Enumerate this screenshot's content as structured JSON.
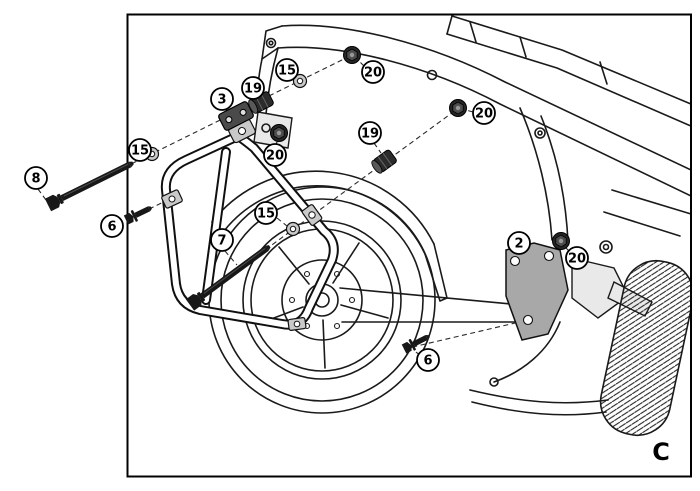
{
  "figure": {
    "corner_label": "C"
  },
  "colors": {
    "line": "#1a1a1a",
    "border": "#000000",
    "part_dark": "#262626",
    "plate_gray": "#c9c9c9",
    "bracket_gray": "#a8a8a8"
  },
  "callouts": [
    {
      "part": "long-bolt",
      "label": "8"
    },
    {
      "part": "hex-bolt",
      "label": "6"
    },
    {
      "part": "washer",
      "label": "15"
    },
    {
      "part": "clamp-bracket",
      "label": "3"
    },
    {
      "part": "spacer-bushing",
      "label": "19"
    },
    {
      "part": "washer",
      "label": "15"
    },
    {
      "part": "frame-nut",
      "label": "20"
    },
    {
      "part": "frame-nut",
      "label": "20"
    },
    {
      "part": "spacer-bushing",
      "label": "19"
    },
    {
      "part": "frame-nut",
      "label": "20"
    },
    {
      "part": "washer",
      "label": "15"
    },
    {
      "part": "long-bolt",
      "label": "7"
    },
    {
      "part": "side-bracket",
      "label": "2"
    },
    {
      "part": "frame-nut",
      "label": "20"
    },
    {
      "part": "hex-bolt",
      "label": "6"
    }
  ]
}
